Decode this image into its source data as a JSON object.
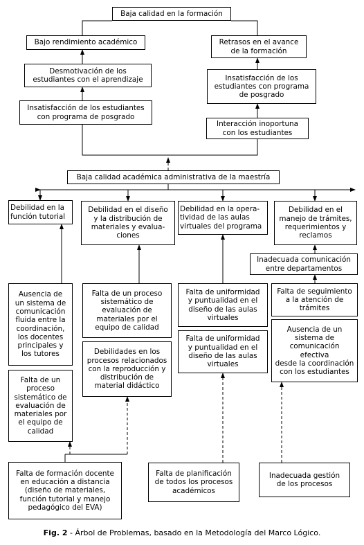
{
  "boxes": {
    "top_effect": "Baja calidad en la formación",
    "bajo_rendimiento": "Bajo rendimiento académico",
    "desmotivacion": "Desmotivación de los\nestudiantes con el aprendizaje",
    "insatisfaccion_left": "Insatisfacción de los estudiantes\ncon programa de posgrado",
    "retrasos": "Retrasos en el avance\nde la formación",
    "insatisfaccion_right": "Insatisfacción de los\nestudiantes con programa\nde posgrado",
    "interaccion": "Interacción inoportuna\ncon los estudiantes",
    "central_problem": "Baja calidad académica administrativa de la maestría",
    "debilidad_tutorial": "Debilidad en la\nfunción tutorial",
    "debilidad_diseno": "Debilidad en el diseño\ny la distribución de\nmateriales y evalua-\nciones",
    "debilidad_aulas": "Debilidad en la opera-\ntividad de las aulas\nvirtuales del programa",
    "debilidad_tramites": "Debilidad en el\nmanejo de trámites,\nrequerimientos y\nreclamos",
    "inadecuada_comunicacion": "Inadecuada comunicación\nentre departamentos",
    "ausencia_sistema_1": "Ausencia de\nun sistema de\ncomunicación\nfluida entre la\ncoordinación,\nlos docentes\nprincipales y\nlos tutores",
    "falta_proceso_1": "Falta de un\nproceso\nsistemático de\nevaluación de\nmateriales por\nel equipo de\ncalidad",
    "falta_proceso_2": "Falta de un proceso\nsistemático de\nevaluación de\nmateriales por el\nequipo de calidad",
    "debilidades_procesos": "Debilidades en los\nprocesos relacionados\ncon la reproducción y\ndistribución de\nmaterial didáctico",
    "falta_uniformidad_1": "Falta de uniformidad\ny puntualidad en el\ndiseño de las aulas\nvirtuales",
    "falta_uniformidad_2": "Falta de uniformidad\ny puntualidad en el\ndiseño de las aulas\nvirtuales",
    "falta_seguimiento": "Falta de seguimiento\na la atención de\ntrámites",
    "ausencia_sistema_2": "Ausencia de un\nsistema de\ncomunicación\nefectiva\ndesde la coordinación\ncon los estudiantes",
    "falta_formacion": "Falta de formación docente\nen educación a distancia\n(diseño de materiales,\nfunción tutorial y manejo\npedagógico del EVA)",
    "falta_planificacion": "Falta de planificación\nde todos los procesos\nacadémicos",
    "inadecuada_gestion": "Inadecuada gestión\nde los procesos"
  },
  "caption": {
    "label": "Fig. 2",
    "text": " - Árbol de Problemas, basado en la Metodología del Marco Lógico."
  },
  "colors": {
    "line": "#000000",
    "background": "#ffffff"
  }
}
